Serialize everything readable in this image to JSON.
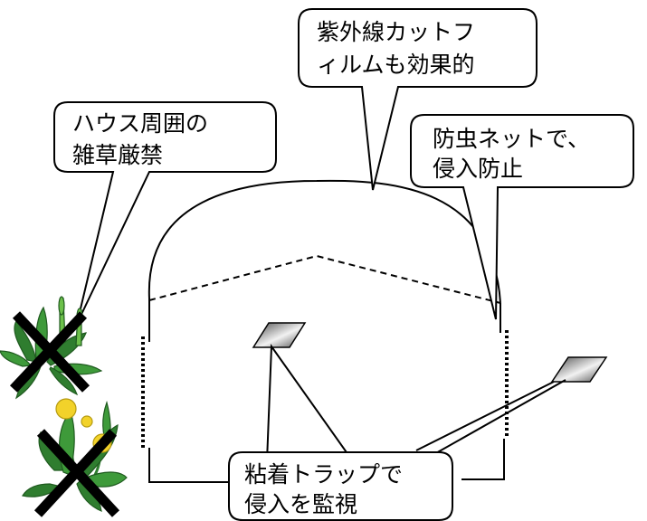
{
  "callouts": {
    "uv_film": {
      "line1": "紫外線カットフ",
      "line2": "ィルムも効果的"
    },
    "weeds": {
      "line1": "ハウス周囲の",
      "line2": "雑草厳禁"
    },
    "insect_net": {
      "line1": "防虫ネットで、",
      "line2": "侵入防止"
    },
    "sticky_trap": {
      "line1": "粘着トラップで",
      "line2": "侵入を監視"
    }
  },
  "icons": {
    "weed_top": "weed-plant-icon",
    "weed_bottom": "dandelion-icon",
    "cross": "prohibited-cross-icon",
    "trap": "sticky-trap-icon"
  },
  "colors": {
    "leaf": "#2f7d2f",
    "leaf_light": "#6cc04a",
    "flower": "#f2d22a",
    "trap_dark": "#555555",
    "trap_light": "#f2f2f2",
    "stroke": "#000000"
  }
}
